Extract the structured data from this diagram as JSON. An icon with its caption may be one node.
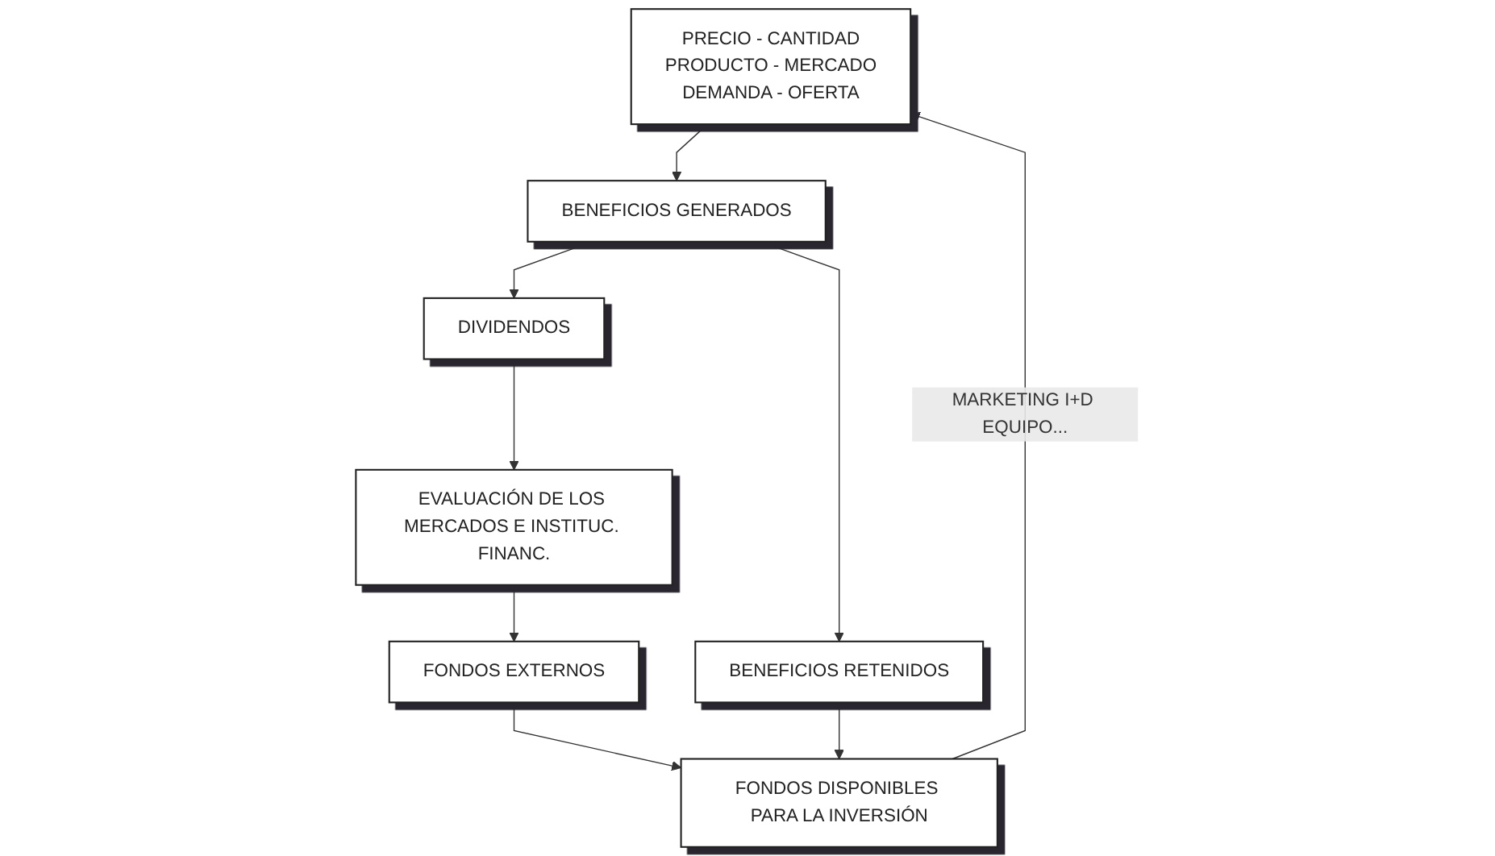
{
  "diagram": {
    "nodes": [
      {
        "text": [
          "PRECIO - CANTIDAD",
          "PRODUCTO - MERCADO",
          "DEMANDA - OFERTA"
        ]
      },
      {
        "text": [
          "BENEFICIOS GENERADOS"
        ]
      },
      {
        "text": [
          "BENEFICIOS RETENIDOS"
        ]
      },
      {
        "text": [
          "DIVIDENDOS"
        ]
      },
      {
        "text": [
          "FONDOS DISPONIBLES PARA LA INVERSIÓN"
        ]
      },
      {
        "text": [
          "FONDOS EXTERNOS"
        ]
      },
      {
        "text": [
          "EVALUACIÓN DE LOS MERCADOS E INSTITUC. FINANC."
        ]
      }
    ],
    "edges": [
      {
        "from": 0,
        "to": 1,
        "arrow": "to"
      },
      {
        "from": 1,
        "to": 2,
        "arrow": "to"
      },
      {
        "from": 1,
        "to": 3,
        "arrow": "to"
      },
      {
        "from": 3,
        "to": 6,
        "arrow": "to"
      },
      {
        "from": 6,
        "to": 5,
        "arrow": "to"
      },
      {
        "from": 5,
        "to": 4,
        "arrow": "to"
      },
      {
        "from": 2,
        "to": 4,
        "arrow": "to"
      },
      {
        "from": 4,
        "to": 0,
        "arrow": "to",
        "label": "MARKETING I+D EQUIPO..."
      }
    ]
  }
}
